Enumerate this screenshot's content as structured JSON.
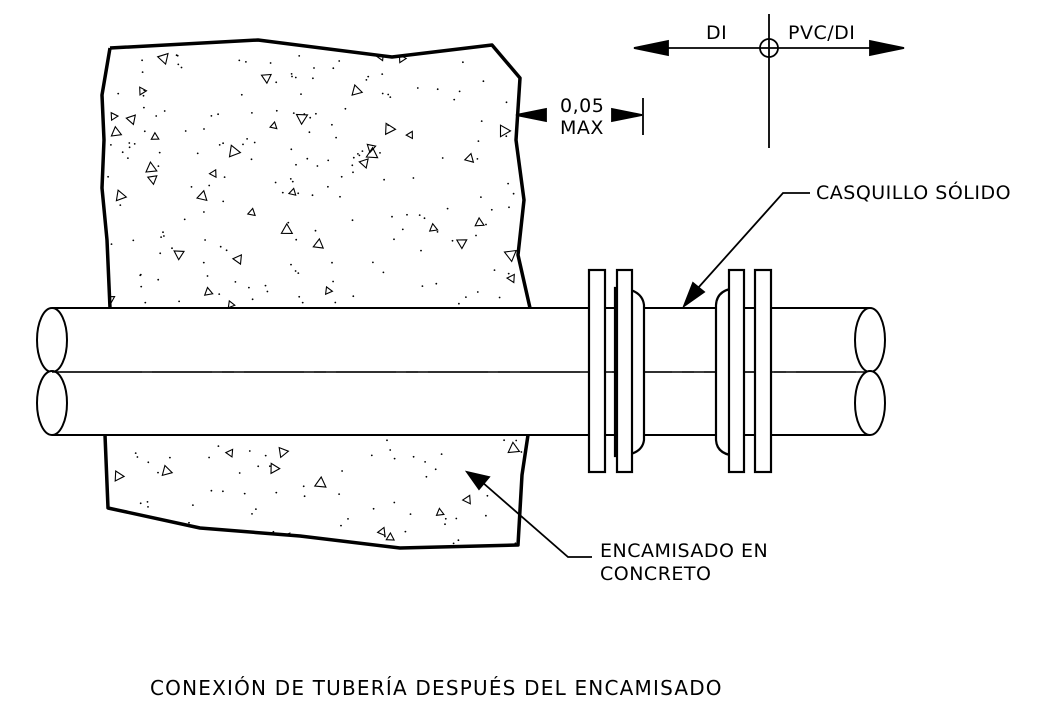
{
  "labels": {
    "direction_left": "DI",
    "direction_right": "PVC/DI",
    "gap_value": "0,05",
    "gap_max": "MAX",
    "coupling": "CASQUILLO SÓLIDO",
    "encasement_line1": "ENCAMISADO EN",
    "encasement_line2": "CONCRETO",
    "caption": "CONEXIÓN DE TUBERÍA DESPUÉS DEL ENCAMISADO"
  },
  "colors": {
    "line": "#000000",
    "background": "#ffffff"
  }
}
